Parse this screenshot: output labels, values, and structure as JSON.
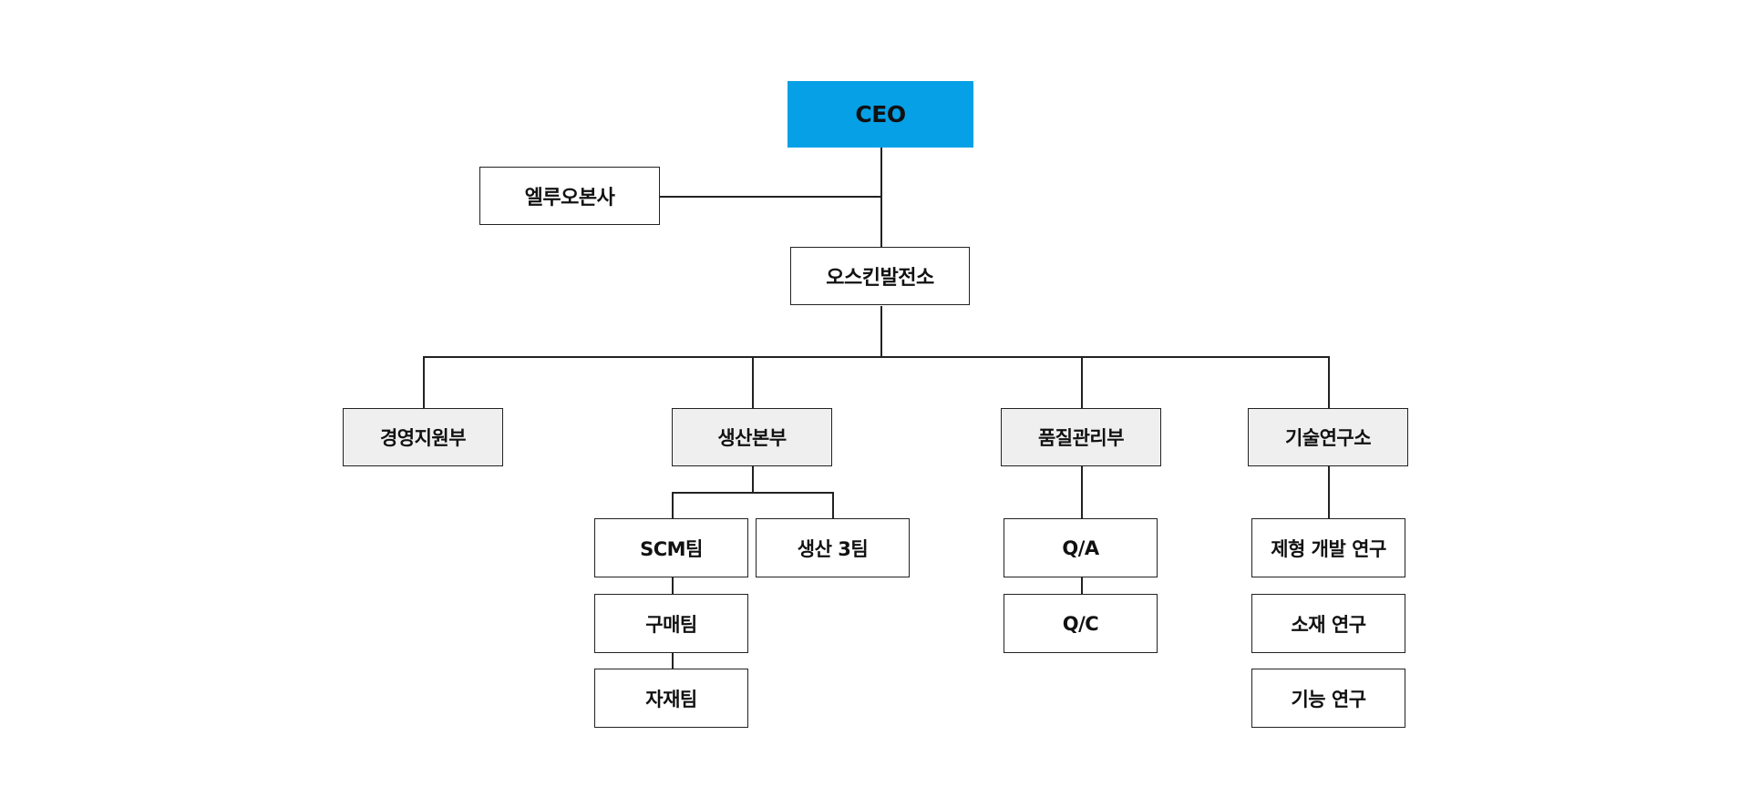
{
  "colors": {
    "ceo_fill": "#06A0E6",
    "dept_fill": "#EFEFEF",
    "box_fill": "#FFFFFF",
    "line": "#222222"
  },
  "ceo": {
    "label": "CEO"
  },
  "head_office": {
    "label": "엘루오본사"
  },
  "branch": {
    "label": "오스킨발전소"
  },
  "departments": [
    {
      "label": "경영지원부",
      "teams": []
    },
    {
      "label": "생산본부",
      "teams": [
        "SCM팀",
        "생산 3팀",
        "구매팀",
        "자재팀"
      ]
    },
    {
      "label": "품질관리부",
      "teams": [
        "Q/A",
        "Q/C"
      ]
    },
    {
      "label": "기술연구소",
      "teams": [
        "제형 개발 연구",
        "소재 연구",
        "기능 연구"
      ]
    }
  ]
}
